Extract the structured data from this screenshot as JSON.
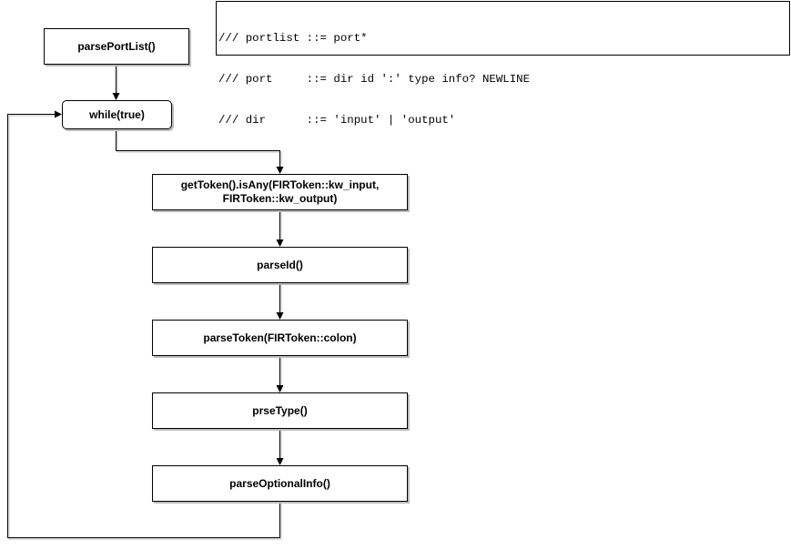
{
  "code_comment": {
    "lines": [
      "/// portlist ::= port*",
      "/// port     ::= dir id ':' type info? NEWLINE",
      "/// dir      ::= 'input' | 'output'"
    ]
  },
  "nodes": {
    "parse_port_list": "parsePortList()",
    "while_loop": "while(true)",
    "get_token_line1": "getToken().isAny(FIRToken::kw_input,",
    "get_token_line2": "FIRToken::kw_output)",
    "parse_id": "parseId()",
    "parse_token": "parseToken(FIRToken::colon)",
    "prse_type": "prseType()",
    "parse_optional_info": "parseOptionalInfo()"
  },
  "colors": {
    "stroke": "#000000",
    "shadow": "#bdbdbd",
    "fill": "#ffffff"
  }
}
